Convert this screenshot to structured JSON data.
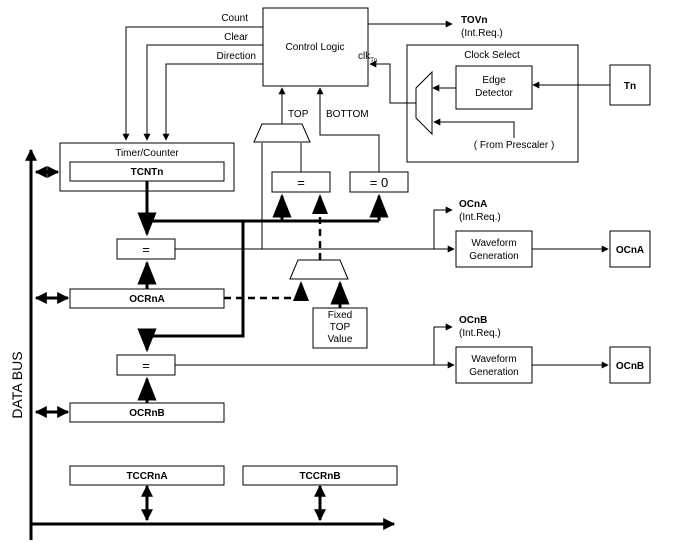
{
  "labels": {
    "count": "Count",
    "clear": "Clear",
    "direction": "Direction",
    "control_logic": "Control Logic",
    "tovn": "TOVn",
    "tovn_int": "(Int.Req.)",
    "clock_select": "Clock Select",
    "clk": "clk",
    "clk_sub": "Tn",
    "edge_detector_1": "Edge",
    "edge_detector_2": "Detector",
    "tn": "Tn",
    "from_prescaler": "( From Prescaler )",
    "top": "TOP",
    "bottom": "BOTTOM",
    "timer_counter": "Timer/Counter",
    "tcntn": "TCNTn",
    "eq_top": "=",
    "eq_zero": "= 0",
    "ocna_flag": "OCnA",
    "ocna_int": "(Int.Req.)",
    "eq_a": "=",
    "waveform_a_1": "Waveform",
    "waveform_a_2": "Generation",
    "ocna_out": "OCnA",
    "ocrna": "OCRnA",
    "fixed_top_1": "Fixed",
    "fixed_top_2": "TOP",
    "fixed_top_3": "Value",
    "ocnb_flag": "OCnB",
    "ocnb_int": "(Int.Req.)",
    "eq_b": "=",
    "waveform_b_1": "Waveform",
    "waveform_b_2": "Generation",
    "ocnb_out": "OCnB",
    "ocrnb": "OCRnB",
    "data_bus": "DATA BUS",
    "tccrna": "TCCRnA",
    "tccrnb": "TCCRnB"
  }
}
